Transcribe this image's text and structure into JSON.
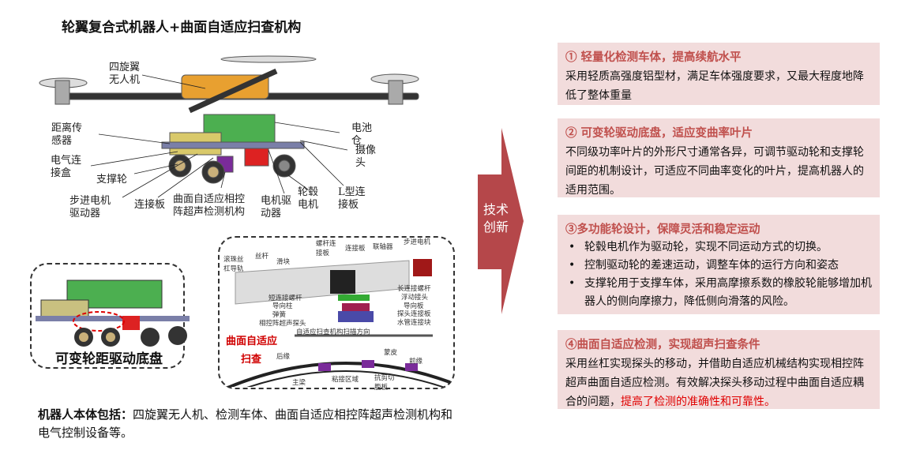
{
  "title": "轮翼复合式机器人+曲面自适应扫查机构",
  "robot_labels": {
    "drone": "四旋翼\n无人机",
    "distance_sensor": "距离传\n感器",
    "electric_box": "电气连\n接盒",
    "support_wheel": "支撑轮",
    "stepper_driver": "步进电机\n驱动器",
    "connect_plate": "连接板",
    "phased_array": "曲面自适应相控\n阵超声检测机构",
    "motor_driver": "电机驱\n动器",
    "hub_motor": "轮毂\n电机",
    "l_plate": "L型连\n接板",
    "battery": "电池\n仓",
    "camera": "摄像\n头"
  },
  "chassis_caption": "可变轮距驱动底盘",
  "scan": {
    "caption_line1": "曲面自适应",
    "caption_line2": "扫查",
    "labels": [
      "滚珠丝\n杠导轨",
      "丝杆",
      "滑块",
      "螺杆连\n接板",
      "连接板",
      "联轴器",
      "步进电机",
      "长连接螺杆",
      "短连接螺杆",
      "浮动接头",
      "导向柱",
      "导向板",
      "弹簧",
      "探头连接板",
      "相控阵超声探头",
      "水管连接块",
      "自适应扫查机构扫描方向",
      "后缘",
      "蒙皮",
      "前缘",
      "主梁",
      "粘接区域",
      "抗剪切\n腹板"
    ]
  },
  "bottom_text_bold": "机器人本体包括：",
  "bottom_text": "四旋翼无人机、检测车体、曲面自适应相控阵超声检测机构和电气控制设备等。",
  "arrow_label": "技术\n创新",
  "panels": [
    {
      "title": "① 轻量化检测车体，提高续航水平",
      "text": "采用轻质高强度铝型材，满足车体强度要求，又最大程度地降低了整体重量"
    },
    {
      "title": "② 可变轮驱动底盘，适应变曲率叶片",
      "text": "不同级功率叶片的外形尺寸通常各异，可调节驱动轮和支撑轮间距的机制设计，可适应不同曲率变化的叶片，提高机器人的适用范围。"
    },
    {
      "title": "③多功能轮设计，保障灵活和稳定运动",
      "bullets": [
        "轮毂电机作为驱动轮，实现不同运动方式的切换。",
        "控制驱动轮的差速运动，调整车体的运行方向和姿态",
        "支撑轮用于支撑车体，采用高摩擦系数的橡胶轮能够增加机器人的侧向摩擦力，降低侧向滑落的风险。"
      ]
    },
    {
      "title": "④曲面自适应检测，实现超声扫查条件",
      "text": "采用丝杠实现探头的移动，并借助自适应机械结构实现相控阵超声曲面自适应检测。有效解决探头移动过程中曲面自适应耦合的问题，",
      "highlight": "提高了检测的准确性和可靠性。"
    }
  ],
  "colors": {
    "accent": "#c0504d",
    "panel_bg": "#f2dcdc",
    "highlight": "#e00000"
  }
}
